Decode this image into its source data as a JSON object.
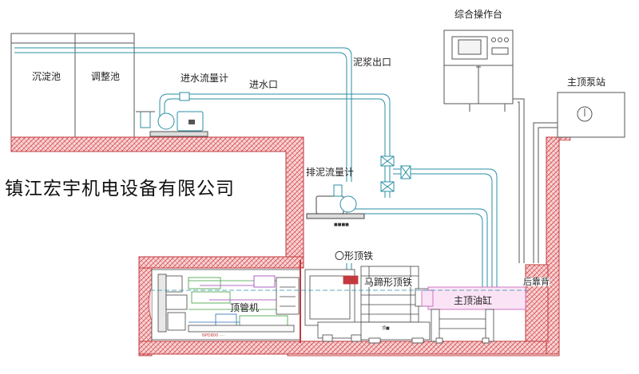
{
  "labels": {
    "settling_tank": "沉淀池",
    "adjusting_tank": "调整池",
    "inlet_flowmeter": "进水流量计",
    "water_inlet": "进水口",
    "slurry_outlet": "泥浆出口",
    "discharge_flowmeter": "排泥流量计",
    "console": "综合操作台",
    "main_jack_pump": "主顶泵站",
    "o_ring_jack": "〇形顶铁",
    "horseshoe_jack": "马蹄形顶铁",
    "main_jack_cylinder": "主顶油缸",
    "pipe_jacking_machine": "顶管机",
    "back_wall": "后靠背",
    "company": "镇江宏宇机电设备有限公司"
  },
  "colors": {
    "pipe": "#2a8fa6",
    "pipe_fill": "#e3f3f7",
    "wall_hatch": "#d9484c",
    "wall_fill": "#f6c9ca",
    "machine": "#444444"
  }
}
